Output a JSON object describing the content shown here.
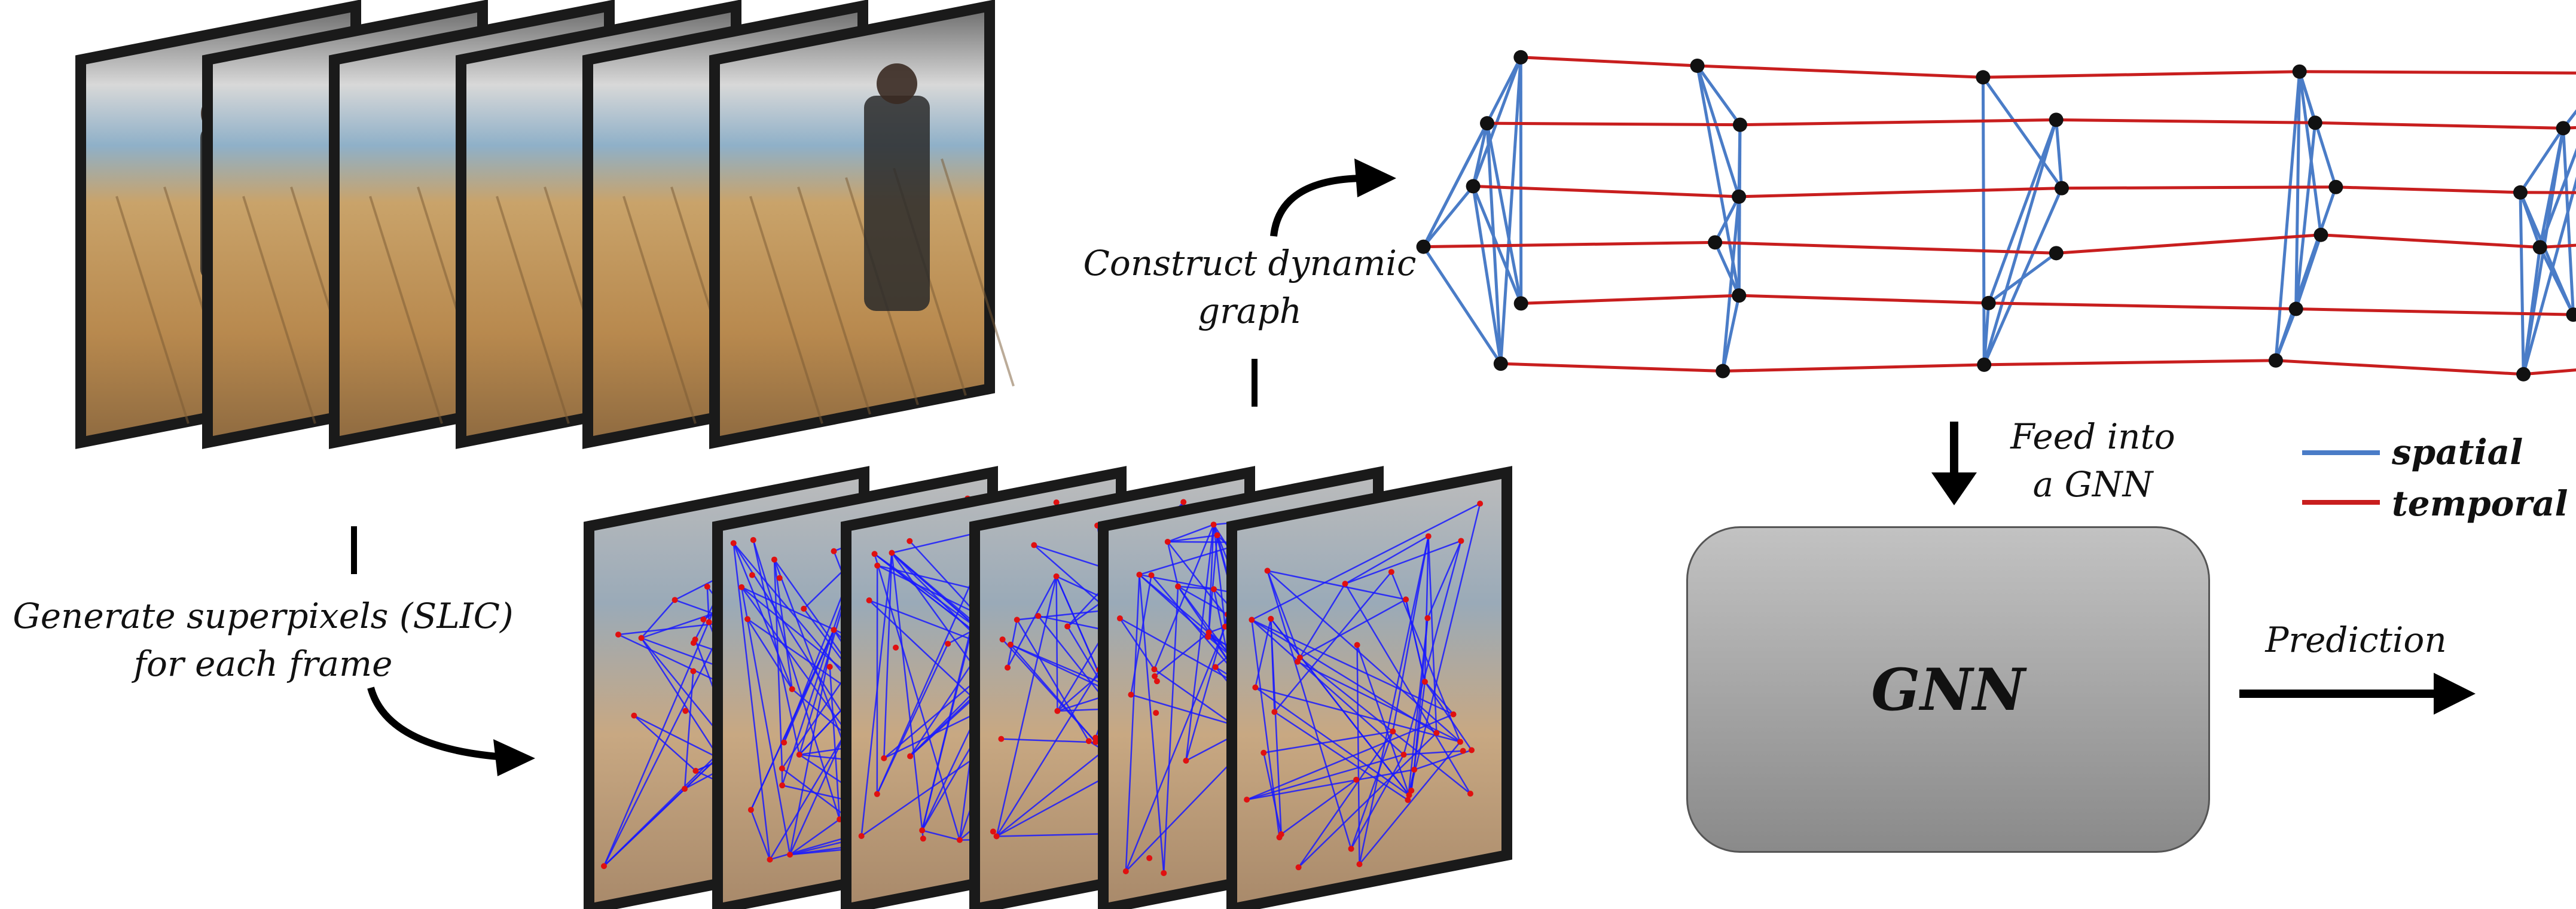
{
  "labels": {
    "superpixels_line1": "Generate superpixels (SLIC)",
    "superpixels_line2": "for each frame",
    "construct_line1": "Construct dynamic",
    "construct_line2": "graph",
    "feed_line1": "Feed into",
    "feed_line2": "a GNN",
    "prediction": "Prediction",
    "gnn": "GNN"
  },
  "legend": [
    {
      "label": "spatial",
      "color": "#4a7cc7"
    },
    {
      "label": "temporal",
      "color": "#c81e1e"
    }
  ],
  "colors": {
    "spatial_edge": "#4a7cc7",
    "temporal_edge": "#c81e1e",
    "node": "#111111",
    "arrow": "#000000",
    "superpixel_edge": "#1a1aff",
    "superpixel_node": "#e01010",
    "frame_border": "#1a1a1a"
  },
  "video_frames": {
    "count": 6
  },
  "superpixel_frames": {
    "count": 6
  },
  "graph": {
    "frames": 6,
    "nodes_per_frame": 6
  }
}
